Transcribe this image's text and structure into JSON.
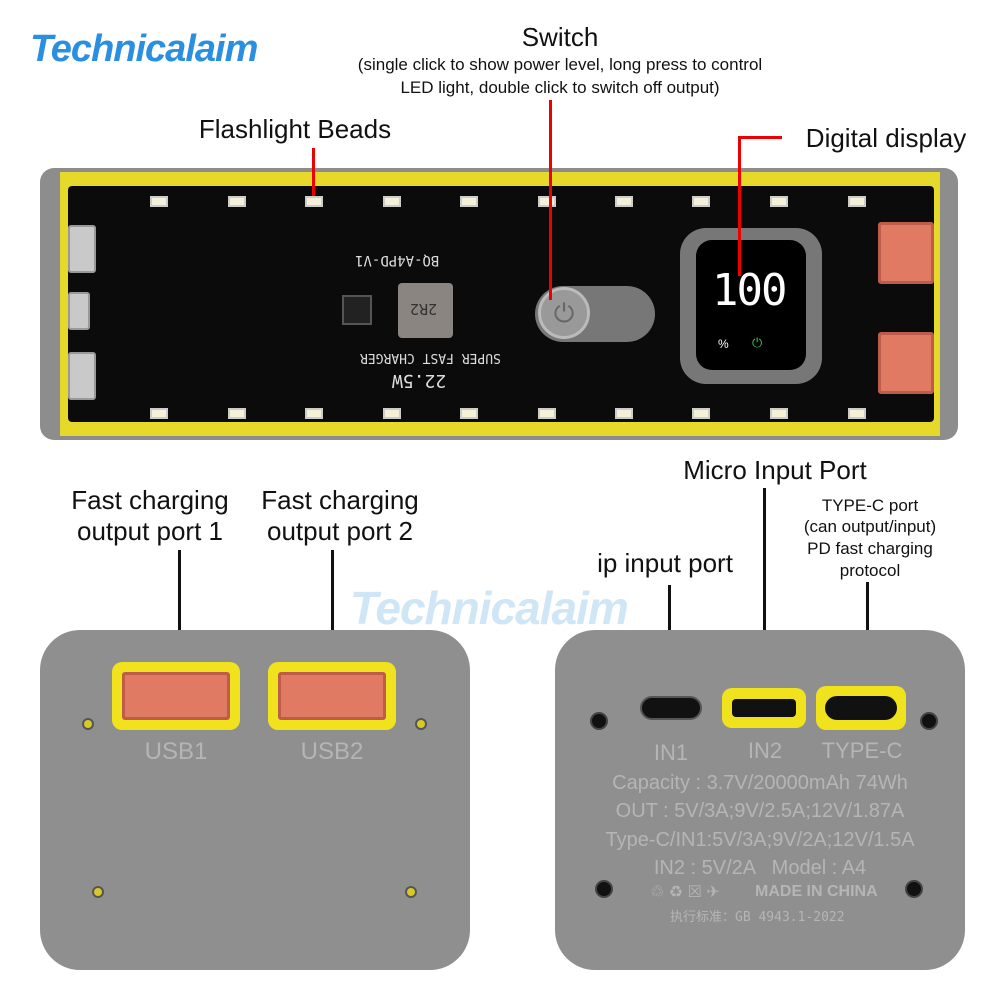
{
  "brand": {
    "logo": "Technicalaim",
    "watermark": "Technicalaim"
  },
  "callouts": {
    "switch_title": "Switch",
    "switch_desc_1": "(single click to show power level, long press to control",
    "switch_desc_2": "LED light, double click to switch off output)",
    "flashlight": "Flashlight Beads",
    "display": "Digital display",
    "micro_port": "Micro Input Port",
    "typec_1": "TYPE-C port",
    "typec_2": "(can output/input)",
    "typec_3": "PD fast charging",
    "typec_4": "protocol",
    "ip_port": "ip input port",
    "fast1_1": "Fast charging",
    "fast1_2": "output port 1",
    "fast2_1": "Fast charging",
    "fast2_2": "output port 2"
  },
  "pcb": {
    "board_id": "BQ-A4PD-V1",
    "inductor": "2R2",
    "name": "SUPER FAST CHARGER",
    "power": "22.5W",
    "display_value": "100",
    "display_unit": "%"
  },
  "left_device": {
    "port1": "USB1",
    "port2": "USB2"
  },
  "right_device": {
    "port1": "IN1",
    "port2": "IN2",
    "port3": "TYPE-C",
    "spec_lines": [
      "Capacity : 3.7V/20000mAh 74Wh",
      "OUT : 5V/3A;9V/2.5A;12V/1.87A",
      "Type-C/IN1:5V/3A;9V/2A;12V/1.5A",
      "IN2 : 5V/2A   Model : A4"
    ],
    "made_in": "MADE IN CHINA",
    "standard": "执行标准：GB 4943.1-2022"
  }
}
